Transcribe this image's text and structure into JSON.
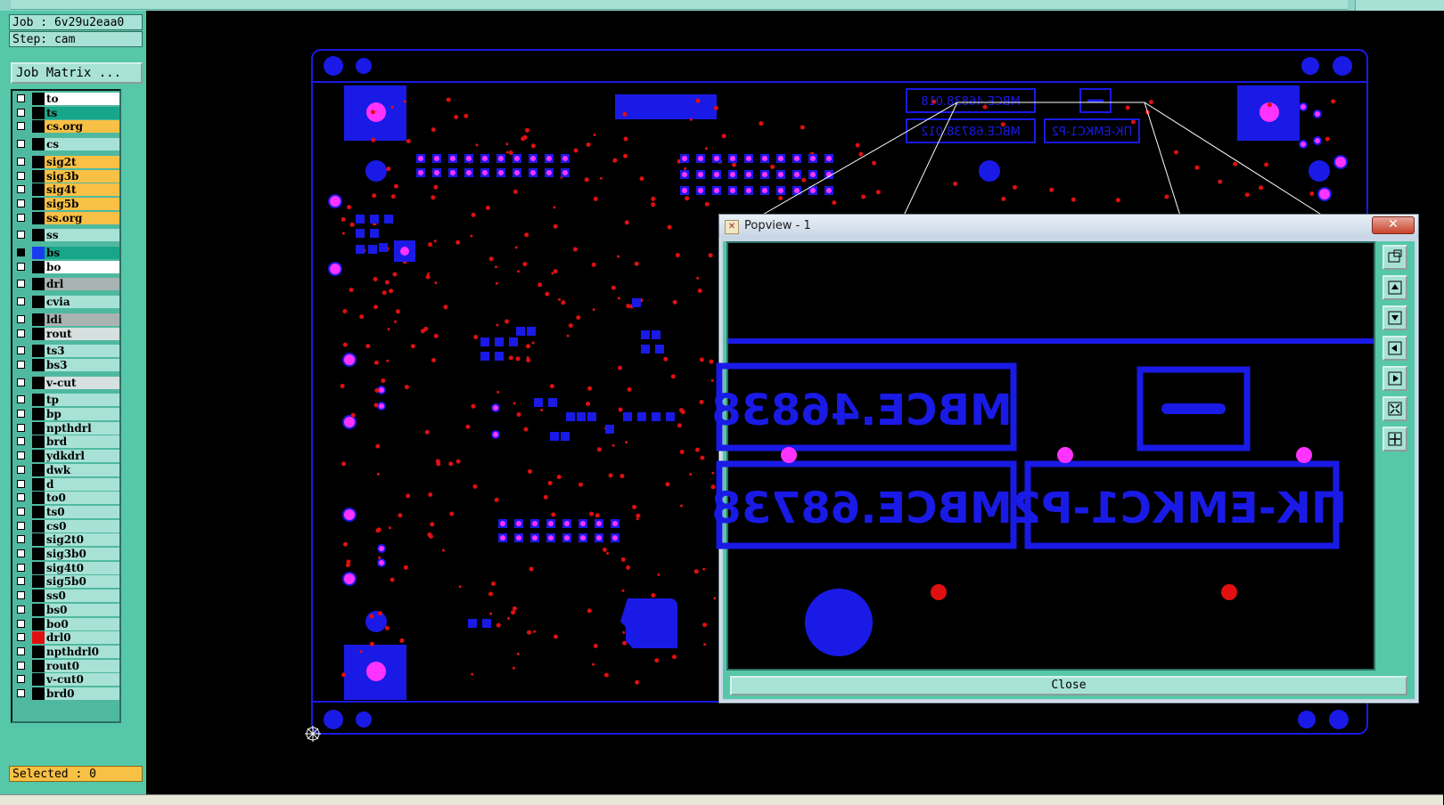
{
  "job_line": "Job : 6v29u2eaa0",
  "step_line": "Step: cam",
  "job_matrix_label": "Job Matrix ...",
  "selected_line": "Selected : 0",
  "layers": [
    {
      "name": "to",
      "color": "#ffffff",
      "swatch": "#000000"
    },
    {
      "name": "ts",
      "color": "#18a68a",
      "swatch": "#000000"
    },
    {
      "name": "cs.org",
      "color": "#f8c045",
      "swatch": "#000000"
    },
    {
      "name": "cs",
      "color": "#a8e2d6",
      "swatch": "#000000"
    },
    {
      "name": "sig2t",
      "color": "#f8c045",
      "swatch": "#000000"
    },
    {
      "name": "sig3b",
      "color": "#f8c045",
      "swatch": "#000000"
    },
    {
      "name": "sig4t",
      "color": "#f8c045",
      "swatch": "#000000"
    },
    {
      "name": "sig5b",
      "color": "#f8c045",
      "swatch": "#000000"
    },
    {
      "name": "ss.org",
      "color": "#f8c045",
      "swatch": "#000000"
    },
    {
      "name": "ss",
      "color": "#a8e2d6",
      "swatch": "#000000"
    },
    {
      "name": "bs",
      "color": "#18a68a",
      "swatch": "#1a3cf0"
    },
    {
      "name": "bo",
      "color": "#ffffff",
      "swatch": "#000000"
    },
    {
      "name": "drl",
      "color": "#a9b3b1",
      "swatch": "#000000"
    },
    {
      "name": "cvia",
      "color": "#a8e2d6",
      "swatch": "#000000"
    },
    {
      "name": "ldi",
      "color": "#a9b3b1",
      "swatch": "#000000"
    },
    {
      "name": "rout",
      "color": "#d6e0de",
      "swatch": "#000000"
    },
    {
      "name": "ts3",
      "color": "#a8e2d6",
      "swatch": "#000000"
    },
    {
      "name": "bs3",
      "color": "#a8e2d6",
      "swatch": "#000000"
    },
    {
      "name": "v-cut",
      "color": "#d6e0de",
      "swatch": "#000000"
    },
    {
      "name": "tp",
      "color": "#a8e2d6",
      "swatch": "#000000"
    },
    {
      "name": "bp",
      "color": "#a8e2d6",
      "swatch": "#000000"
    },
    {
      "name": "npthdrl",
      "color": "#a8e2d6",
      "swatch": "#000000"
    },
    {
      "name": "brd",
      "color": "#a8e2d6",
      "swatch": "#000000"
    },
    {
      "name": "ydkdrl",
      "color": "#a8e2d6",
      "swatch": "#000000"
    },
    {
      "name": "dwk",
      "color": "#a8e2d6",
      "swatch": "#000000"
    },
    {
      "name": "d",
      "color": "#a8e2d6",
      "swatch": "#000000"
    },
    {
      "name": "to0",
      "color": "#a8e2d6",
      "swatch": "#000000"
    },
    {
      "name": "ts0",
      "color": "#a8e2d6",
      "swatch": "#000000"
    },
    {
      "name": "cs0",
      "color": "#a8e2d6",
      "swatch": "#000000"
    },
    {
      "name": "sig2t0",
      "color": "#a8e2d6",
      "swatch": "#000000"
    },
    {
      "name": "sig3b0",
      "color": "#a8e2d6",
      "swatch": "#000000"
    },
    {
      "name": "sig4t0",
      "color": "#a8e2d6",
      "swatch": "#000000"
    },
    {
      "name": "sig5b0",
      "color": "#a8e2d6",
      "swatch": "#000000"
    },
    {
      "name": "ss0",
      "color": "#a8e2d6",
      "swatch": "#000000"
    },
    {
      "name": "bs0",
      "color": "#a8e2d6",
      "swatch": "#000000"
    },
    {
      "name": "bo0",
      "color": "#a8e2d6",
      "swatch": "#000000"
    },
    {
      "name": "drl0",
      "color": "#a8e2d6",
      "swatch": "#e01010"
    },
    {
      "name": "npthdrl0",
      "color": "#a8e2d6",
      "swatch": "#000000"
    },
    {
      "name": "rout0",
      "color": "#a8e2d6",
      "swatch": "#000000"
    },
    {
      "name": "v-cut0",
      "color": "#a8e2d6",
      "swatch": "#000000"
    },
    {
      "name": "brd0",
      "color": "#a8e2d6",
      "swatch": "#000000"
    }
  ],
  "board_labels": {
    "top_box_1": "MBCE.46838.018",
    "top_box_2": "MBCE.68738.012",
    "top_box_3": "ПК-ЕМКС1-Р2"
  },
  "popview": {
    "title": "Popview - 1",
    "close_x": "✕",
    "close_button": "Close",
    "label_1": "MBCE.46838",
    "label_2": "MBCE.68738",
    "label_3": "ПК-ЕМКС1-Р2",
    "tool_icons": [
      "zoom-window-icon",
      "pan-up-icon",
      "pan-down-icon",
      "pan-left-icon",
      "pan-right-icon",
      "zoom-fit-icon",
      "zoom-home-icon"
    ]
  },
  "colors": {
    "copper": "#1a1ae6",
    "drill": "#e01010",
    "pad": "#ff33ff",
    "panel": "#56c7a9",
    "field": "#a8e2d6"
  }
}
